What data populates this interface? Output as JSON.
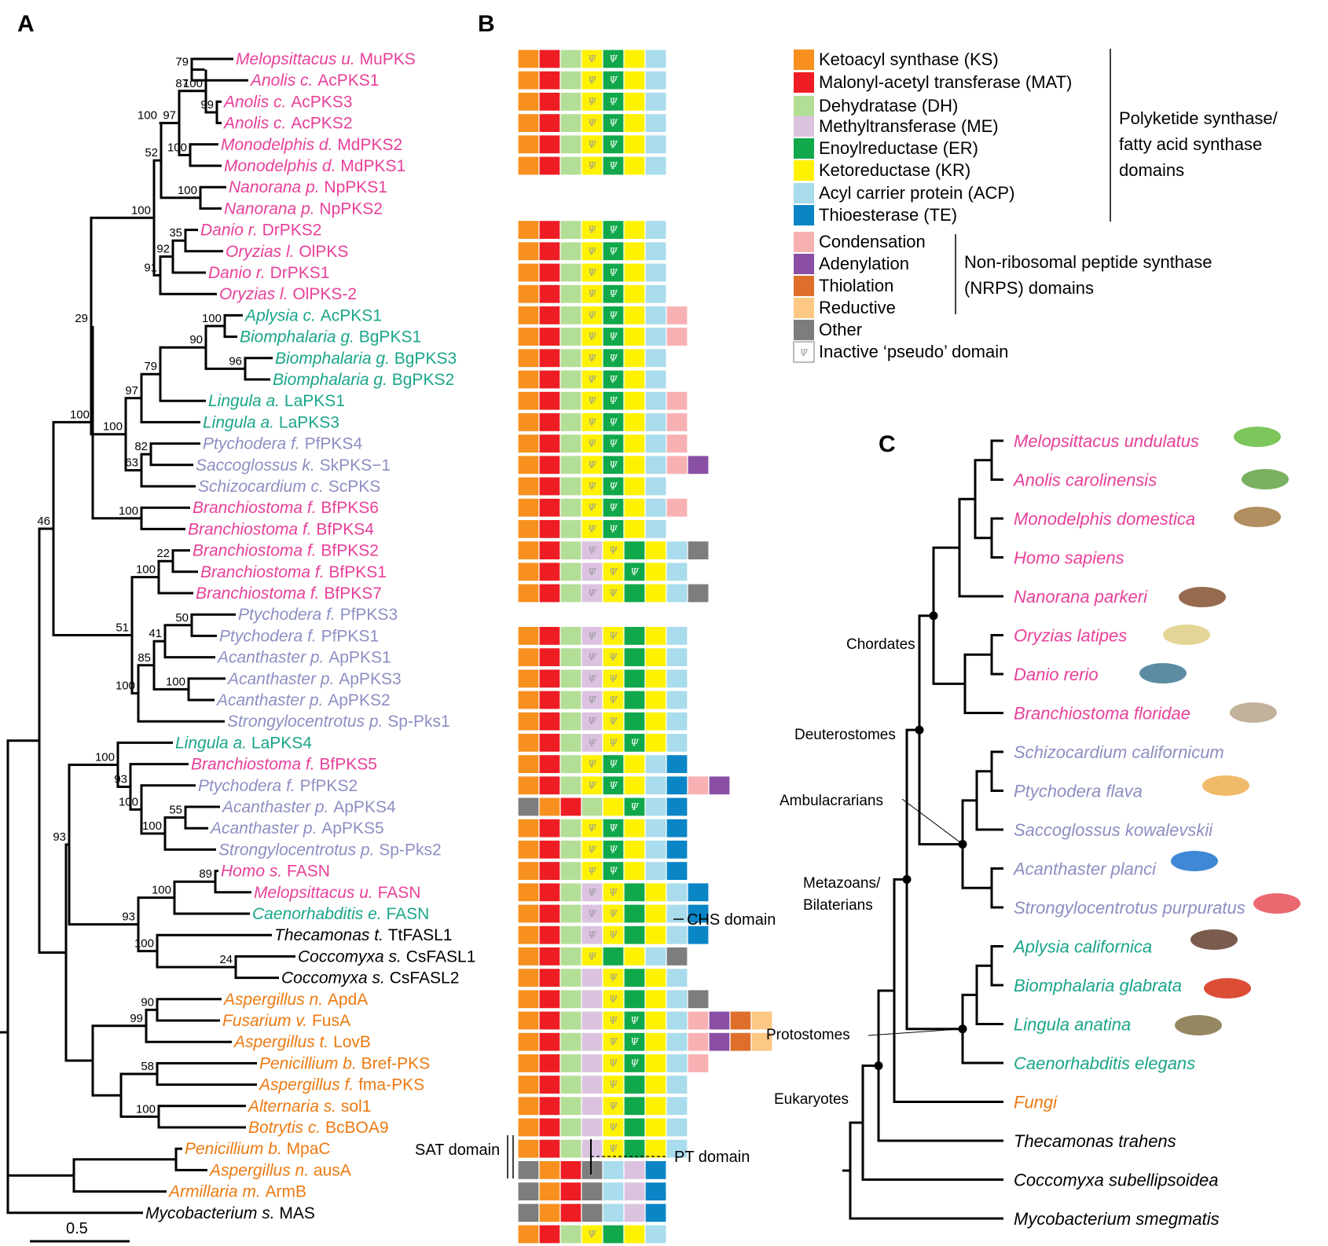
{
  "panels": {
    "a": "A",
    "b": "B",
    "c": "C"
  },
  "scale_bar": "0.5",
  "colors": {
    "vert": "#e8409a",
    "lopho": "#1aa58a",
    "ambu": "#8c8fc2",
    "fungi": "#ec7a12",
    "black": "#000000",
    "KS": "#f7901e",
    "MAT": "#ee1d23",
    "DH": "#b3de96",
    "ME": "#dbc3e0",
    "ER": "#10a84a",
    "KR": "#fff200",
    "ACP": "#a9dcec",
    "TE": "#0a85c6",
    "C": "#f8b1b3",
    "A": "#8a4fa4",
    "T": "#de6f2a",
    "R": "#fcc884",
    "O": "#7d7d7d",
    "pseudo": "#ffffff"
  },
  "legend": {
    "items": [
      {
        "key": "KS",
        "label": "Ketoacyl synthase (KS)"
      },
      {
        "key": "MAT",
        "label": "Malonyl-acetyl transferase (MAT)"
      },
      {
        "key": "DH",
        "label": "Dehydratase (DH)"
      },
      {
        "key": "ME",
        "label": "Methyltransferase (ME)"
      },
      {
        "key": "ER",
        "label": "Enoylreductase (ER)"
      },
      {
        "key": "KR",
        "label": "Ketoreductase (KR)"
      },
      {
        "key": "ACP",
        "label": "Acyl carrier protein (ACP)"
      },
      {
        "key": "TE",
        "label": "Thioesterase (TE)"
      },
      {
        "key": "C",
        "label": "Condensation"
      },
      {
        "key": "A",
        "label": "Adenylation"
      },
      {
        "key": "T",
        "label": "Thiolation"
      },
      {
        "key": "R",
        "label": "Reductive"
      },
      {
        "key": "O",
        "label": "Other"
      },
      {
        "key": "pseudo",
        "label": "Inactive ‘pseudo’ domain"
      }
    ],
    "group1": [
      "Polyketide synthase/",
      "fatty acid synthase",
      "domains"
    ],
    "group2": [
      "Non-ribosomal peptide synthase",
      "(NRPS) domains"
    ]
  },
  "annotations": {
    "chs": "CHS domain",
    "sat": "SAT domain",
    "pt": "PT domain"
  },
  "tree_a": {
    "tips": [
      {
        "g": "Melopsittacus u.",
        "n": "MuPKS",
        "c": "vert"
      },
      {
        "g": "Anolis c.",
        "n": "AcPKS1",
        "c": "vert"
      },
      {
        "g": "Anolis c.",
        "n": "AcPKS3",
        "c": "vert"
      },
      {
        "g": "Anolis c.",
        "n": "AcPKS2",
        "c": "vert"
      },
      {
        "g": "Monodelphis d.",
        "n": "MdPKS2",
        "c": "vert"
      },
      {
        "g": "Monodelphis d.",
        "n": "MdPKS1",
        "c": "vert"
      },
      {
        "g": "Nanorana p.",
        "n": "NpPKS1",
        "c": "vert"
      },
      {
        "g": "Nanorana p.",
        "n": "NpPKS2",
        "c": "vert"
      },
      {
        "g": "Danio r.",
        "n": "DrPKS2",
        "c": "vert"
      },
      {
        "g": "Oryzias l.",
        "n": "OlPKS",
        "c": "vert"
      },
      {
        "g": "Danio r.",
        "n": "DrPKS1",
        "c": "vert"
      },
      {
        "g": "Oryzias l.",
        "n": "OlPKS-2",
        "c": "vert"
      },
      {
        "g": "Aplysia c.",
        "n": "AcPKS1",
        "c": "lopho"
      },
      {
        "g": "Biomphalaria g.",
        "n": "BgPKS1",
        "c": "lopho"
      },
      {
        "g": "Biomphalaria g.",
        "n": "BgPKS3",
        "c": "lopho"
      },
      {
        "g": "Biomphalaria g.",
        "n": "BgPKS2",
        "c": "lopho"
      },
      {
        "g": "Lingula a.",
        "n": "LaPKS1",
        "c": "lopho"
      },
      {
        "g": "Lingula a.",
        "n": "LaPKS3",
        "c": "lopho"
      },
      {
        "g": "Ptychodera f.",
        "n": "PfPKS4",
        "c": "ambu"
      },
      {
        "g": "Saccoglossus k.",
        "n": "SkPKS−1",
        "c": "ambu"
      },
      {
        "g": "Schizocardium c.",
        "n": "ScPKS",
        "c": "ambu"
      },
      {
        "g": "Branchiostoma f.",
        "n": "BfPKS6",
        "c": "vert"
      },
      {
        "g": "Branchiostoma f.",
        "n": "BfPKS4",
        "c": "vert"
      },
      {
        "g": "Branchiostoma f.",
        "n": "BfPKS2",
        "c": "vert"
      },
      {
        "g": "Branchiostoma f.",
        "n": "BfPKS1",
        "c": "vert"
      },
      {
        "g": "Branchiostoma f.",
        "n": "BfPKS7",
        "c": "vert"
      },
      {
        "g": "Ptychodera f.",
        "n": "PfPKS3",
        "c": "ambu"
      },
      {
        "g": "Ptychodera f.",
        "n": "PfPKS1",
        "c": "ambu"
      },
      {
        "g": "Acanthaster p.",
        "n": "ApPKS1",
        "c": "ambu"
      },
      {
        "g": "Acanthaster p.",
        "n": "ApPKS3",
        "c": "ambu"
      },
      {
        "g": "Acanthaster p.",
        "n": "ApPKS2",
        "c": "ambu"
      },
      {
        "g": "Strongylocentrotus p.",
        "n": "Sp-Pks1",
        "c": "ambu"
      },
      {
        "g": "Lingula a.",
        "n": "LaPKS4",
        "c": "lopho"
      },
      {
        "g": "Branchiostoma f.",
        "n": "BfPKS5",
        "c": "vert"
      },
      {
        "g": "Ptychodera f.",
        "n": "PfPKS2",
        "c": "ambu"
      },
      {
        "g": "Acanthaster p.",
        "n": "ApPKS4",
        "c": "ambu"
      },
      {
        "g": "Acanthaster p.",
        "n": "ApPKS5",
        "c": "ambu"
      },
      {
        "g": "Strongylocentrotus p.",
        "n": "Sp-Pks2",
        "c": "ambu"
      },
      {
        "g": "Homo s.",
        "n": "FASN",
        "c": "vert"
      },
      {
        "g": "Melopsittacus u.",
        "n": "FASN",
        "c": "vert"
      },
      {
        "g": "Caenorhabditis e.",
        "n": "FASN",
        "c": "lopho"
      },
      {
        "g": "Thecamonas t.",
        "n": "TtFASL1",
        "c": "black"
      },
      {
        "g": "Coccomyxa s.",
        "n": "CsFASL1",
        "c": "black"
      },
      {
        "g": "Coccomyxa s.",
        "n": "CsFASL2",
        "c": "black"
      },
      {
        "g": "Aspergillus n.",
        "n": "ApdA",
        "c": "fungi"
      },
      {
        "g": "Fusarium v.",
        "n": "FusA",
        "c": "fungi"
      },
      {
        "g": "Aspergillus t.",
        "n": "LovB",
        "c": "fungi"
      },
      {
        "g": "Penicillium b.",
        "n": "Bref-PKS",
        "c": "fungi"
      },
      {
        "g": "Aspergillus f.",
        "n": "fma-PKS",
        "c": "fungi"
      },
      {
        "g": "Alternaria s.",
        "n": "sol1",
        "c": "fungi"
      },
      {
        "g": "Botrytis c.",
        "n": "BcBOA9",
        "c": "fungi"
      },
      {
        "g": "Penicillium b.",
        "n": "MpaC",
        "c": "fungi"
      },
      {
        "g": "Aspergillus n.",
        "n": "ausA",
        "c": "fungi"
      },
      {
        "g": "Armillaria m.",
        "n": "ArmB",
        "c": "fungi"
      },
      {
        "g": "Mycobacterium s.",
        "n": "MAS",
        "c": "black"
      }
    ],
    "supports": [
      "79",
      "99",
      "100",
      "87",
      "100",
      "97",
      "100",
      "100",
      "52",
      "35",
      "92",
      "91",
      "100",
      "100",
      "96",
      "90",
      "79",
      "97",
      "82",
      "63",
      "100",
      "29",
      "100",
      "100",
      "22",
      "100",
      "50",
      "41",
      "100",
      "85",
      "100",
      "51",
      "46",
      "55",
      "100",
      "100",
      "93",
      "100",
      "89",
      "100",
      "24",
      "100",
      "93",
      "93",
      "90",
      "99",
      "58",
      "100"
    ]
  },
  "domain_rows": [
    [
      "KS",
      "MAT",
      "DH",
      "Pkr",
      "Per",
      "KR",
      "ACP"
    ],
    [
      "KS",
      "MAT",
      "DH",
      "Pkr",
      "Per",
      "KR",
      "ACP"
    ],
    [
      "KS",
      "MAT",
      "DH",
      "Pkr",
      "Per",
      "KR",
      "ACP"
    ],
    [
      "KS",
      "MAT",
      "DH",
      "Pkr",
      "Per",
      "KR",
      "ACP"
    ],
    [
      "KS",
      "MAT",
      "DH",
      "Pkr",
      "Per",
      "KR",
      "ACP"
    ],
    [
      "KS",
      "MAT",
      "DH",
      "Pkr",
      "Per",
      "KR",
      "ACP"
    ],
    null,
    null,
    [
      "KS",
      "MAT",
      "DH",
      "Pkr",
      "Per",
      "KR",
      "ACP"
    ],
    [
      "KS",
      "MAT",
      "DH",
      "Pkr",
      "Per",
      "KR",
      "ACP"
    ],
    [
      "KS",
      "MAT",
      "DH",
      "Pkr",
      "Per",
      "KR",
      "ACP"
    ],
    [
      "KS",
      "MAT",
      "DH",
      "Pkr",
      "Per",
      "KR",
      "ACP"
    ],
    [
      "KS",
      "MAT",
      "DH",
      "Pkr",
      "Per",
      "KR",
      "ACP",
      "C"
    ],
    [
      "KS",
      "MAT",
      "DH",
      "Pkr",
      "Per",
      "KR",
      "ACP",
      "C"
    ],
    [
      "KS",
      "MAT",
      "DH",
      "Pkr",
      "Per",
      "KR",
      "ACP"
    ],
    [
      "KS",
      "MAT",
      "DH",
      "Pkr",
      "Per",
      "KR",
      "ACP"
    ],
    [
      "KS",
      "MAT",
      "DH",
      "Pkr",
      "Per",
      "KR",
      "ACP",
      "C"
    ],
    [
      "KS",
      "MAT",
      "DH",
      "Pkr",
      "Per",
      "KR",
      "ACP",
      "C"
    ],
    [
      "KS",
      "MAT",
      "DH",
      "Pkr",
      "Per",
      "KR",
      "ACP",
      "C"
    ],
    [
      "KS",
      "MAT",
      "DH",
      "Pkr",
      "Per",
      "KR",
      "ACP",
      "C",
      "A"
    ],
    [
      "KS",
      "MAT",
      "DH",
      "Pkr",
      "Per",
      "KR",
      "ACP"
    ],
    [
      "KS",
      "MAT",
      "DH",
      "Pkr",
      "Per",
      "KR",
      "ACP",
      "C"
    ],
    [
      "KS",
      "MAT",
      "DH",
      "Pkr",
      "Per",
      "KR",
      "ACP"
    ],
    [
      "KS",
      "MAT",
      "DH",
      "Pme",
      "Pkr",
      "ER",
      "KR",
      "ACP",
      "O"
    ],
    [
      "KS",
      "MAT",
      "DH",
      "Pme",
      "Pkr",
      "Per",
      "KR",
      "ACP"
    ],
    [
      "KS",
      "MAT",
      "DH",
      "Pme",
      "Pkr",
      "ER",
      "KR",
      "ACP",
      "O"
    ],
    null,
    [
      "KS",
      "MAT",
      "DH",
      "Pme",
      "Pkr",
      "ER",
      "KR",
      "ACP"
    ],
    [
      "KS",
      "MAT",
      "DH",
      "Pme",
      "Pkr",
      "ER",
      "KR",
      "ACP"
    ],
    [
      "KS",
      "MAT",
      "DH",
      "Pme",
      "Pkr",
      "ER",
      "KR",
      "ACP"
    ],
    [
      "KS",
      "MAT",
      "DH",
      "Pme",
      "Pkr",
      "ER",
      "KR",
      "ACP"
    ],
    [
      "KS",
      "MAT",
      "DH",
      "Pme",
      "Pkr",
      "ER",
      "KR",
      "ACP"
    ],
    [
      "KS",
      "MAT",
      "DH",
      "Pme",
      "Pkr",
      "Per",
      "KR",
      "ACP"
    ],
    [
      "KS",
      "MAT",
      "DH",
      "Pkr",
      "Per",
      "KR",
      "ACP",
      "TE"
    ],
    [
      "KS",
      "MAT",
      "DH",
      "Pkr",
      "Per",
      "KR",
      "ACP",
      "TE",
      "C",
      "A"
    ],
    [
      "O",
      "KS",
      "MAT",
      "DH",
      "KR",
      "Per",
      "ACP",
      "TE"
    ],
    [
      "KS",
      "MAT",
      "DH",
      "Pkr",
      "Per",
      "KR",
      "ACP",
      "TE"
    ],
    [
      "KS",
      "MAT",
      "DH",
      "Pkr",
      "Per",
      "KR",
      "ACP",
      "TE"
    ],
    [
      "KS",
      "MAT",
      "DH",
      "Pkr",
      "Per",
      "KR",
      "ACP",
      "TE"
    ],
    [
      "KS",
      "MAT",
      "DH",
      "Pme",
      "Pkr",
      "ER",
      "KR",
      "ACP",
      "TE"
    ],
    [
      "KS",
      "MAT",
      "DH",
      "Pme",
      "Pkr",
      "ER",
      "KR",
      "ACP",
      "TE"
    ],
    [
      "KS",
      "MAT",
      "DH",
      "Pme",
      "Pkr",
      "ER",
      "KR",
      "ACP",
      "TE"
    ],
    [
      "KS",
      "MAT",
      "DH",
      "Pkr",
      "ER",
      "KR",
      "ACP",
      "O"
    ],
    [
      "KS",
      "MAT",
      "DH",
      "ME",
      "Pkr",
      "ER",
      "KR",
      "ACP"
    ],
    [
      "KS",
      "MAT",
      "DH",
      "ME",
      "Pkr",
      "ER",
      "KR",
      "ACP",
      "O"
    ],
    [
      "KS",
      "MAT",
      "DH",
      "ME",
      "Pkr",
      "Per",
      "KR",
      "ACP",
      "C",
      "A",
      "T",
      "R"
    ],
    [
      "KS",
      "MAT",
      "DH",
      "ME",
      "Pkr",
      "Per",
      "KR",
      "ACP",
      "C",
      "A",
      "T",
      "R"
    ],
    [
      "KS",
      "MAT",
      "DH",
      "ME",
      "Pkr",
      "Per",
      "KR",
      "ACP",
      "C"
    ],
    [
      "KS",
      "MAT",
      "DH",
      "ME",
      "Pkr",
      "ER",
      "KR",
      "ACP"
    ],
    [
      "KS",
      "MAT",
      "DH",
      "ME",
      "Pkr",
      "ER",
      "KR",
      "ACP"
    ],
    [
      "KS",
      "MAT",
      "DH",
      "ME",
      "Pkr",
      "ER",
      "KR",
      "ACP"
    ],
    [
      "KS",
      "MAT",
      "DH",
      "ME",
      "Pkr",
      "ER",
      "KR",
      "ACP"
    ],
    [
      "O",
      "KS",
      "MAT",
      "O",
      "ACP",
      "ME",
      "TE"
    ],
    [
      "O",
      "KS",
      "MAT",
      "O",
      "ACP",
      "ME",
      "TE"
    ],
    [
      "O",
      "KS",
      "MAT",
      "O",
      "ACP",
      "ME",
      "TE"
    ],
    [
      "KS",
      "MAT",
      "DH",
      "Pkr",
      "ER",
      "KR",
      "ACP"
    ]
  ],
  "tree_c": {
    "species": [
      {
        "n": "Melopsittacus undulatus",
        "c": "vert"
      },
      {
        "n": "Anolis carolinensis",
        "c": "vert"
      },
      {
        "n": "Monodelphis domestica",
        "c": "vert"
      },
      {
        "n": "Homo sapiens",
        "c": "vert"
      },
      {
        "n": "Nanorana parkeri",
        "c": "vert"
      },
      {
        "n": "Oryzias latipes",
        "c": "vert"
      },
      {
        "n": "Danio rerio",
        "c": "vert"
      },
      {
        "n": "Branchiostoma floridae",
        "c": "vert"
      },
      {
        "n": "Schizocardium californicum",
        "c": "ambu"
      },
      {
        "n": "Ptychodera flava",
        "c": "ambu"
      },
      {
        "n": "Saccoglossus kowalevskii",
        "c": "ambu"
      },
      {
        "n": "Acanthaster planci",
        "c": "ambu"
      },
      {
        "n": "Strongylocentrotus purpuratus",
        "c": "ambu"
      },
      {
        "n": "Aplysia californica",
        "c": "lopho"
      },
      {
        "n": "Biomphalaria glabrata",
        "c": "lopho"
      },
      {
        "n": "Lingula anatina",
        "c": "lopho"
      },
      {
        "n": "Caenorhabditis elegans",
        "c": "lopho"
      },
      {
        "n": "Fungi",
        "c": "fungi"
      },
      {
        "n": "Thecamonas trahens",
        "c": "black"
      },
      {
        "n": "Coccomyxa subellipsoidea",
        "c": "black"
      },
      {
        "n": "Mycobacterium smegmatis",
        "c": "black"
      }
    ],
    "clades": [
      "Chordates",
      "Deuterostomes",
      "Ambulacrarians",
      "Metazoans/",
      "Bilaterians",
      "Protostomes",
      "Eukaryotes"
    ]
  }
}
